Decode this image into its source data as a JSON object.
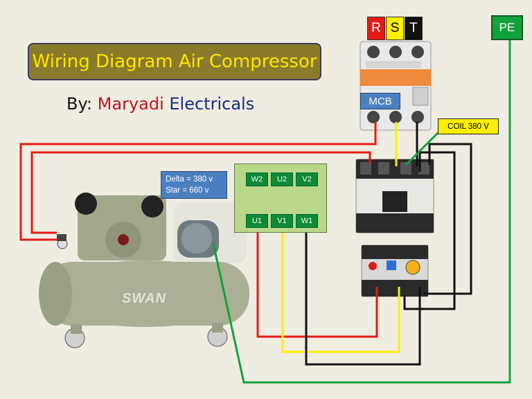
{
  "title": "Wiring Diagram Air Compressor",
  "byline": {
    "by": "By:",
    "name_red": "Maryadi",
    "name_blue": "Electricals"
  },
  "info": {
    "delta": "Delta = 380 v",
    "star": "Star = 660 v"
  },
  "phases": [
    {
      "label": "R",
      "bg": "#e41b17",
      "fg": "#ffffff"
    },
    {
      "label": "S",
      "bg": "#ffef00",
      "fg": "#000000"
    },
    {
      "label": "T",
      "bg": "#111111",
      "fg": "#ffffff"
    }
  ],
  "pe": "PE",
  "mcb": "MCB",
  "coil": "COIL 380 V",
  "terminals": {
    "top": [
      "W2",
      "U2",
      "V2"
    ],
    "bottom": [
      "U1",
      "V1",
      "W1"
    ]
  },
  "compressor_brand": "SWAN",
  "colors": {
    "red": "#e41b17",
    "yellow": "#ffef00",
    "black": "#111111",
    "green": "#12a23a"
  }
}
